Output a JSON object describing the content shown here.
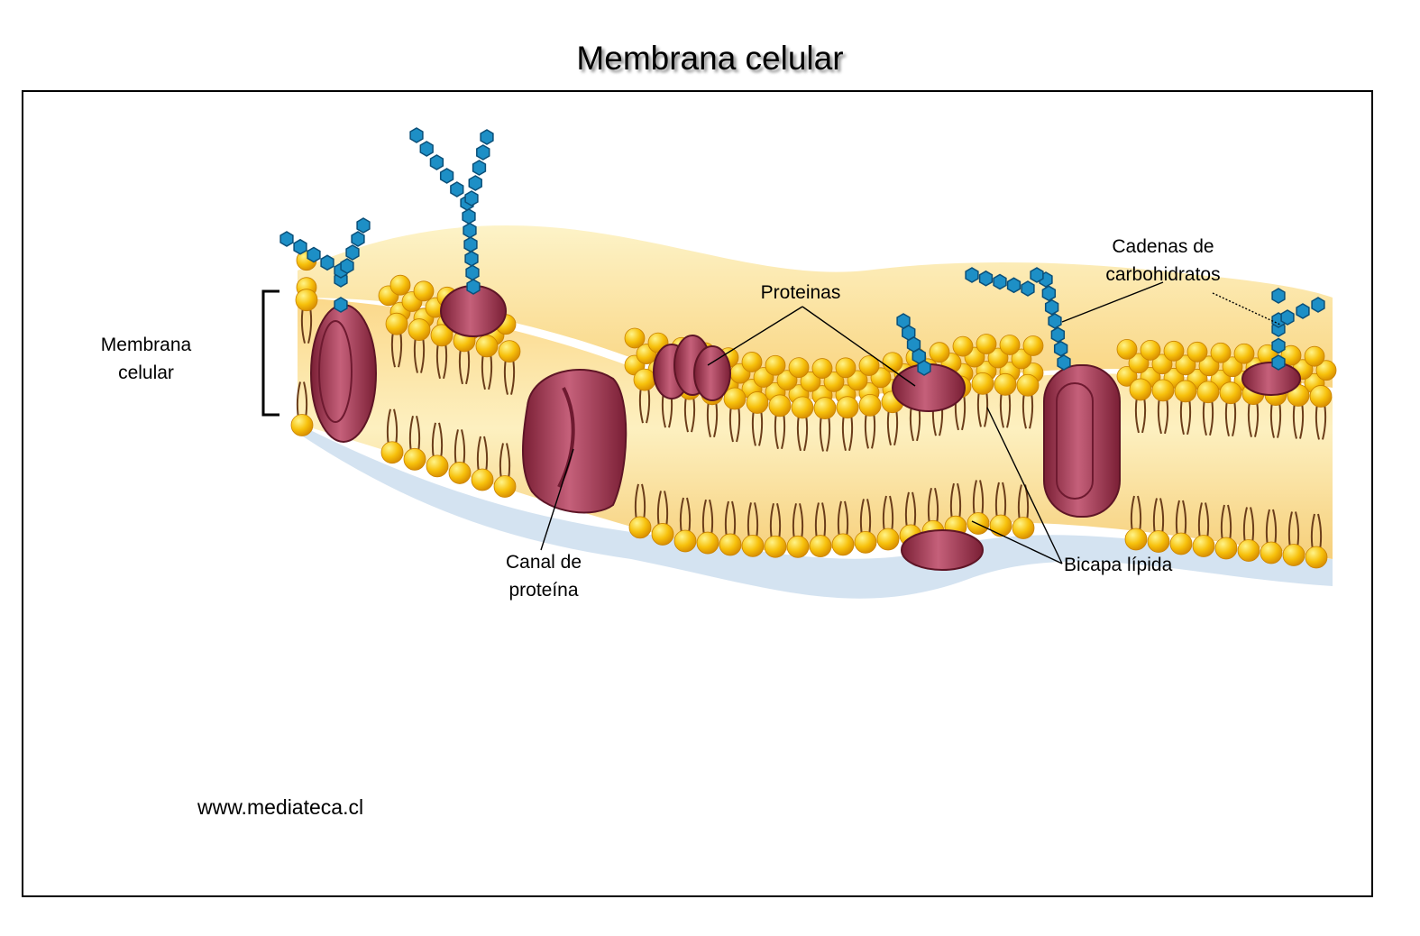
{
  "title": "Membrana celular",
  "labels": {
    "membrana_celular": [
      "Membrana",
      "celular"
    ],
    "proteinas": "Proteinas",
    "cadenas": [
      "Cadenas de",
      "carbohidratos"
    ],
    "canal": [
      "Canal de",
      "proteína"
    ],
    "bicapa": "Bicapa lípida"
  },
  "footer": "www.mediateca.cl",
  "colors": {
    "lipid_head": "#f7c10c",
    "lipid_head_highlight": "#fff48a",
    "lipid_tail": "#6b3d1a",
    "core": "#fde8a4",
    "protein": "#9a2d45",
    "protein_highlight": "#cf6a7e",
    "carbohydrate": "#1d8fc6",
    "shadow": "#c8dcef"
  }
}
